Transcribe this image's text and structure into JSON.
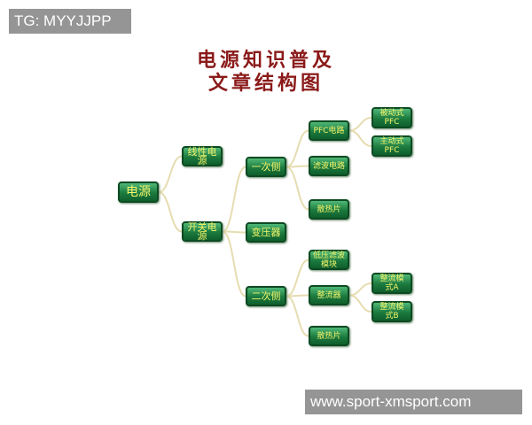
{
  "watermarks": {
    "top_left": "TG: MYYJJPP",
    "bottom_right": "www.sport-xmsport.com"
  },
  "title": {
    "line1": "电源知识普及",
    "line2": "文章结构图"
  },
  "colors": {
    "title": "#8b1a1a",
    "node_fill": "#1c7a3e",
    "node_text": "#f4f46a",
    "connector": "#e6dcb0"
  },
  "nodes": [
    {
      "id": "root",
      "label": "电源",
      "parent": null
    },
    {
      "id": "linear",
      "label": "线性电源",
      "parent": "root"
    },
    {
      "id": "switch",
      "label": "开关电源",
      "parent": "root"
    },
    {
      "id": "primary",
      "label": "一次侧",
      "parent": "switch"
    },
    {
      "id": "transformer",
      "label": "变压器",
      "parent": "switch"
    },
    {
      "id": "secondary",
      "label": "二次侧",
      "parent": "switch"
    },
    {
      "id": "pfc",
      "label": "PFC电路",
      "parent": "primary"
    },
    {
      "id": "filter",
      "label": "滤波电路",
      "parent": "primary"
    },
    {
      "id": "heatsink1",
      "label": "散热片",
      "parent": "primary"
    },
    {
      "id": "lvfilter",
      "label": "低压滤波模块",
      "parent": "secondary"
    },
    {
      "id": "rectifier",
      "label": "整流器",
      "parent": "secondary"
    },
    {
      "id": "heatsink2",
      "label": "散热片",
      "parent": "secondary"
    },
    {
      "id": "passive",
      "label": "被动式\nPFC",
      "parent": "pfc"
    },
    {
      "id": "active",
      "label": "主动式\nPFC",
      "parent": "pfc"
    },
    {
      "id": "modeA",
      "label": "整流模\n式A",
      "parent": "rectifier"
    },
    {
      "id": "modeB",
      "label": "整流模\n式B",
      "parent": "rectifier"
    }
  ]
}
